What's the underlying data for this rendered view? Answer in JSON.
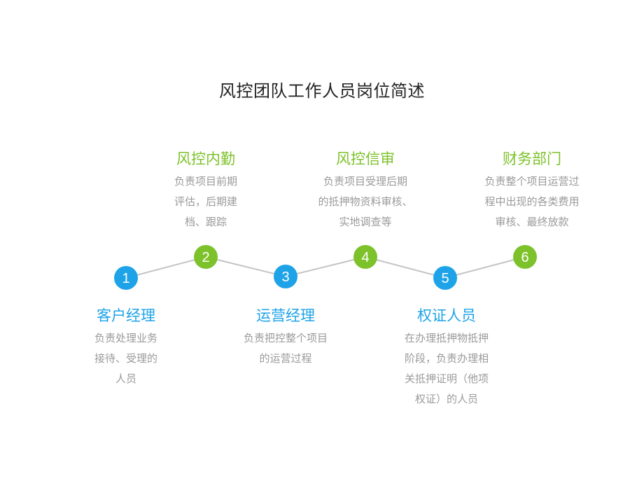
{
  "page": {
    "title": "风控团队工作人员岗位简述"
  },
  "colors": {
    "blue": "#1ea3e8",
    "green": "#7dc22a",
    "line": "#c4c4c4"
  },
  "steps": [
    {
      "number": "1",
      "title": "客户经理",
      "color": "blue",
      "desc": [
        "负责处理业务",
        "接待、受理的",
        "人员"
      ]
    },
    {
      "number": "2",
      "title": "风控内勤",
      "color": "green",
      "desc": [
        "负责项目前期",
        "评估，后期建",
        "档、跟踪"
      ]
    },
    {
      "number": "3",
      "title": "运营经理",
      "color": "blue",
      "desc": [
        "负责把控整个项目",
        "的运营过程"
      ]
    },
    {
      "number": "4",
      "title": "风控信审",
      "color": "green",
      "desc": [
        "负责项目受理后期",
        "的抵押物资料审核、",
        "实地调查等"
      ]
    },
    {
      "number": "5",
      "title": "权证人员",
      "color": "blue",
      "desc": [
        "在办理抵押物抵押",
        "阶段，负责办理相",
        "关抵押证明（他项",
        "权证）的人员"
      ]
    },
    {
      "number": "6",
      "title": "财务部门",
      "color": "green",
      "desc": [
        "负责整个项目运营过",
        "程中出现的各类费用",
        "审核、最终放款"
      ]
    }
  ]
}
